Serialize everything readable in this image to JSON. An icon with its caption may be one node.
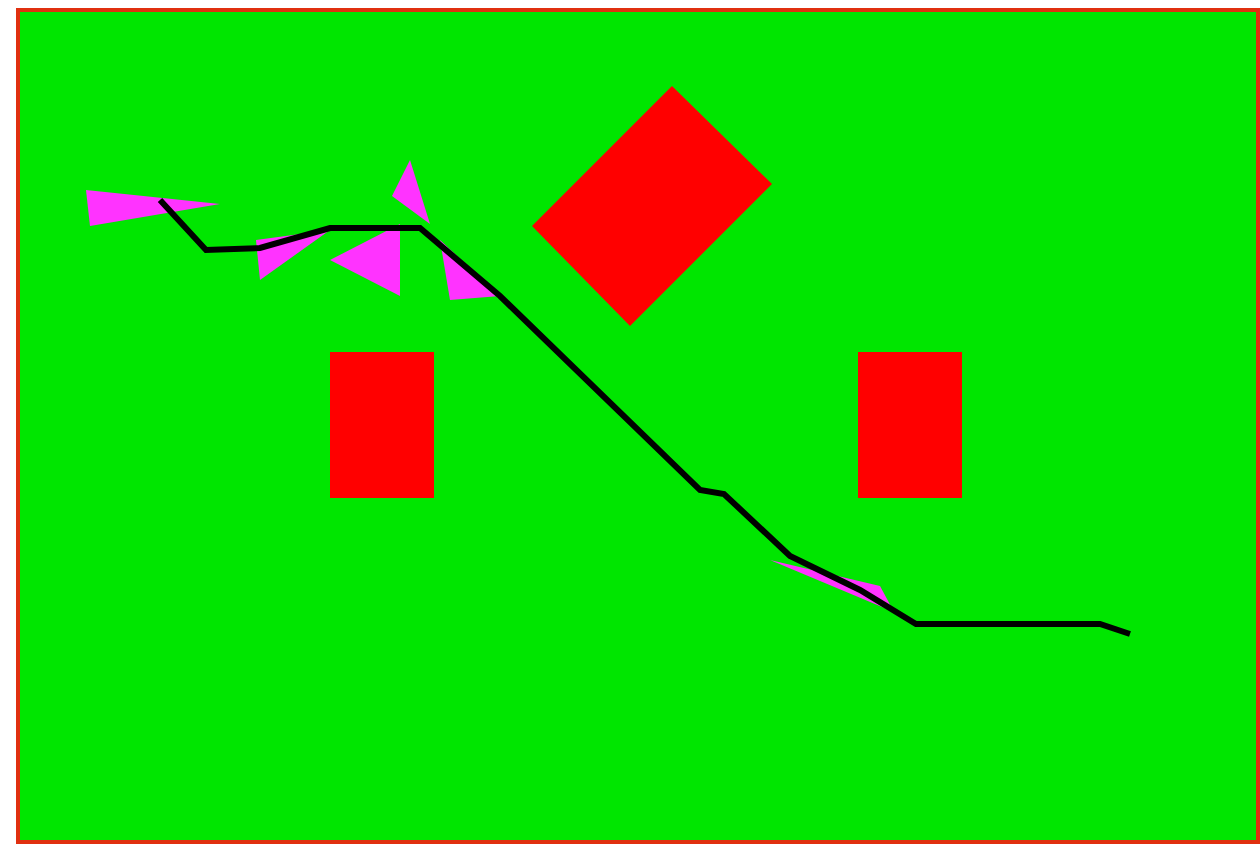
{
  "diagram": {
    "nodes": [
      {
        "text": [],
        "shape": "diamond"
      },
      {
        "text": [],
        "shape": "box"
      },
      {
        "text": [],
        "shape": "box"
      }
    ]
  }
}
